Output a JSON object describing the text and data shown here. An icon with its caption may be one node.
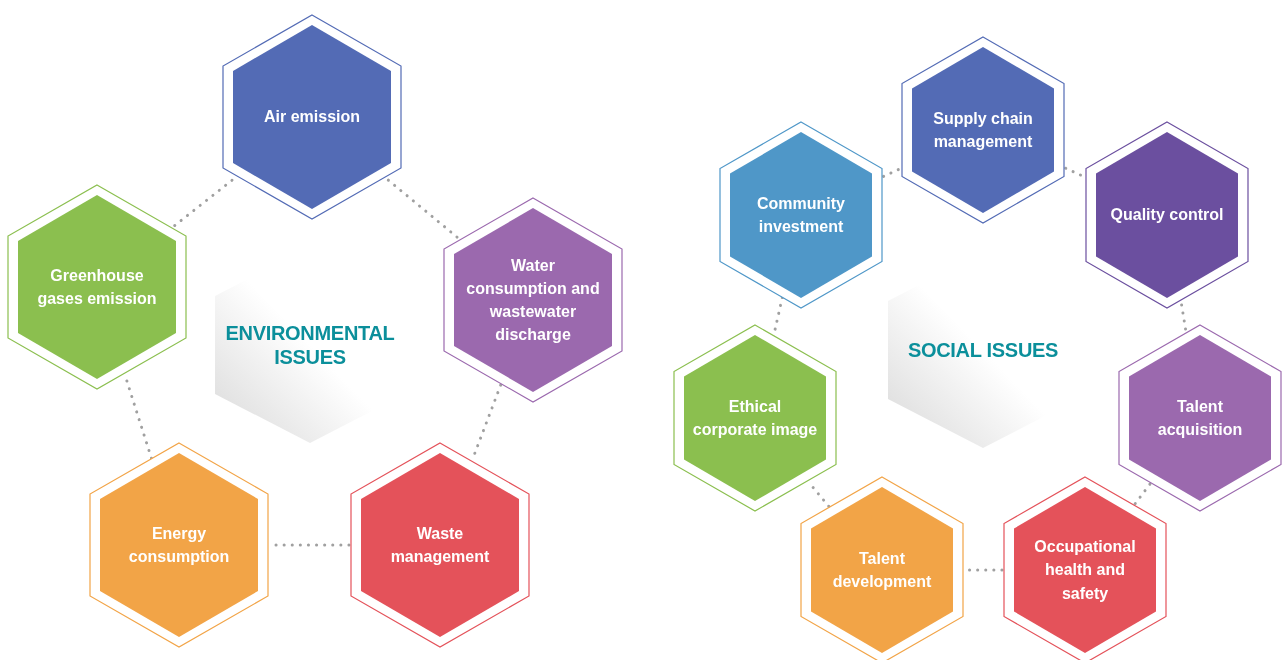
{
  "diagram": {
    "nodes": [
      {
        "text": [
          "Air emission"
        ]
      },
      {
        "text": [
          "Greenhouse gases emission"
        ]
      },
      {
        "text": [
          "Water consumption and wastewater discharge"
        ]
      },
      {
        "text": [
          "ENVIRONMENTAL ISSUES"
        ]
      },
      {
        "text": [
          "Energy consumption"
        ]
      },
      {
        "text": [
          "Waste management"
        ]
      },
      {
        "text": [
          "Supply chain management"
        ]
      },
      {
        "text": [
          "Community investment"
        ]
      },
      {
        "text": [
          "Quality control"
        ]
      },
      {
        "text": [
          "SOCIAL ISSUES"
        ]
      },
      {
        "text": [
          "Ethical corporate image"
        ]
      },
      {
        "text": [
          "Talent acquisition"
        ]
      },
      {
        "text": [
          "Talent development"
        ]
      },
      {
        "text": [
          "Occupational health and safety"
        ]
      }
    ],
    "edges": [
      {
        "from": 1,
        "to": 0,
        "arrow": "none"
      },
      {
        "from": 0,
        "to": 2,
        "arrow": "none"
      },
      {
        "from": 2,
        "to": 5,
        "arrow": "none"
      },
      {
        "from": 5,
        "to": 4,
        "arrow": "none"
      },
      {
        "from": 4,
        "to": 1,
        "arrow": "none"
      },
      {
        "from": 7,
        "to": 6,
        "arrow": "none"
      },
      {
        "from": 6,
        "to": 8,
        "arrow": "none"
      },
      {
        "from": 8,
        "to": 11,
        "arrow": "none"
      },
      {
        "from": 11,
        "to": 13,
        "arrow": "none"
      },
      {
        "from": 13,
        "to": 12,
        "arrow": "none"
      },
      {
        "from": 12,
        "to": 10,
        "arrow": "none"
      },
      {
        "from": 10,
        "to": 7,
        "arrow": "none"
      }
    ]
  }
}
